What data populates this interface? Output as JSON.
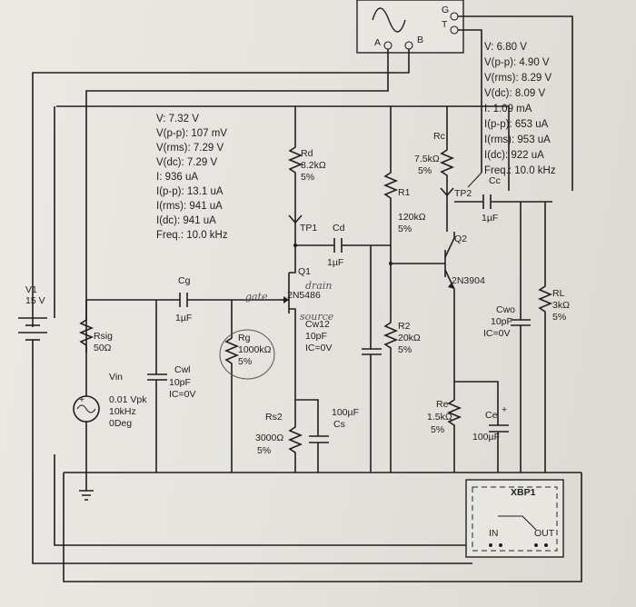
{
  "title": "",
  "scope_probe": {
    "channel_a": "A",
    "channel_b": "B",
    "trigger": "T",
    "ground": "G",
    "readout": [
      "V: 6.80 V",
      "V(p-p): 4.90 V",
      "V(rms): 8.29 V",
      "V(dc): 8.09 V",
      "I: 1.09 mA",
      "I(p-p): 653 uA",
      "I(rms): 953 uA",
      "I(dc): 922 uA",
      "Freq.: 10.0 kHz"
    ]
  },
  "tp1_probe": {
    "readout": [
      "V: 7.32 V",
      "V(p-p): 107 mV",
      "V(rms): 7.29 V",
      "V(dc): 7.29 V",
      "I: 936 uA",
      "I(p-p): 13.1 uA",
      "I(rms): 941 uA",
      "I(dc): 941 uA",
      "Freq.: 10.0 kHz"
    ]
  },
  "components": {
    "V1": {
      "name": "V1",
      "value": "15 V"
    },
    "Rsig": {
      "name": "Rsig",
      "value": "50Ω"
    },
    "Vin": {
      "name": "Vin",
      "amp": "0.01 Vpk",
      "freq": "10kHz",
      "phase": "0Deg"
    },
    "Cwl": {
      "name": "Cwl",
      "value": "10pF",
      "ic": "IC=0V"
    },
    "Cg": {
      "name": "Cg",
      "value": "1µF"
    },
    "Rg": {
      "name": "Rg",
      "value": "1000kΩ",
      "tol": "5%"
    },
    "Rd": {
      "name": "Rd",
      "value": "8.2kΩ",
      "tol": "5%"
    },
    "TP1": {
      "name": "TP1"
    },
    "Cd": {
      "name": "Cd",
      "value": "1µF"
    },
    "Q1": {
      "name": "Q1",
      "part": "2N5486"
    },
    "Cw12": {
      "name": "Cw12",
      "value": "10pF",
      "ic": "IC=0V"
    },
    "Rs2": {
      "name": "Rs2",
      "value": "3000Ω",
      "tol": "5%"
    },
    "Cs": {
      "name": "Cs",
      "value": "100µF"
    },
    "Rc": {
      "name": "Rc",
      "value": "7.5kΩ",
      "tol": "5%"
    },
    "R1": {
      "name": "R1",
      "value": "120kΩ",
      "tol": "5%"
    },
    "R2": {
      "name": "R2",
      "value": "20kΩ",
      "tol": "5%"
    },
    "TP2": {
      "name": "TP2"
    },
    "Cc": {
      "name": "Cc",
      "value": "1µF"
    },
    "Q2": {
      "name": "Q2",
      "part": "2N3904"
    },
    "Cwo": {
      "name": "Cwo",
      "value": "10pF",
      "ic": "IC=0V"
    },
    "RL": {
      "name": "RL",
      "value": "3kΩ",
      "tol": "5%"
    },
    "Re": {
      "name": "Re",
      "value": "1.5kΩ",
      "tol": "5%"
    },
    "Ce": {
      "name": "Ce",
      "plus": "+",
      "value": "100µF"
    },
    "XBP1": {
      "name": "XBP1",
      "in": "IN",
      "out": "OUT"
    }
  },
  "handwritten": {
    "gate": "gate",
    "drain": "drain",
    "source": "source"
  }
}
